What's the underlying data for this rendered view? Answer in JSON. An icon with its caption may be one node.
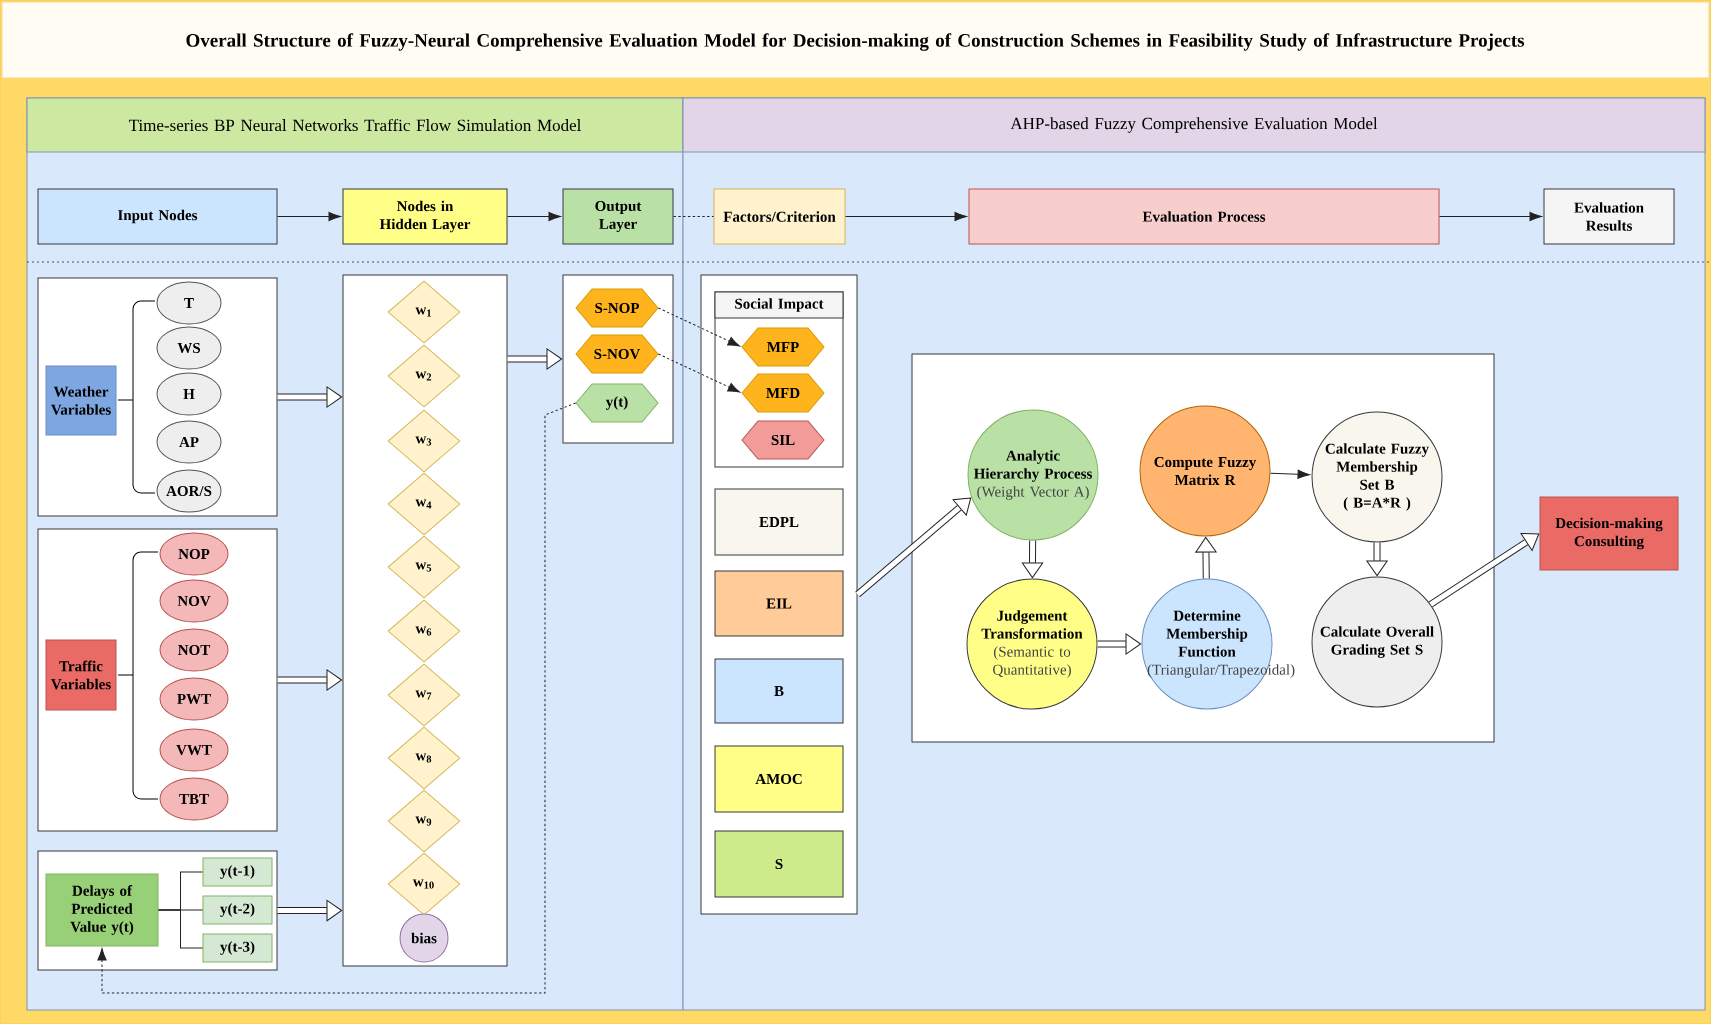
{
  "diagram": {
    "title": "Overall Structure of Fuzzy-Neural Comprehensive Evaluation Model for Decision-making of Construction Schemes in Feasibility Study of Infrastructure Projects",
    "nodes": [
      {
        "text": [
          "Time-series BP Neural Networks Traffic Flow Simulation Model"
        ]
      },
      {
        "text": [
          "AHP-based Fuzzy Comprehensive Evaluation Model"
        ]
      },
      {
        "text": [
          "Input Nodes"
        ],
        "in": 0
      },
      {
        "text": [
          "Nodes in Hidden Layer"
        ],
        "in": 0
      },
      {
        "text": [
          "Output Layer"
        ],
        "in": 0
      },
      {
        "text": [
          "Factors/Criterion"
        ],
        "in": 1
      },
      {
        "text": [
          "Evaluation Process"
        ],
        "in": 1
      },
      {
        "text": [
          "Evaluation Results"
        ],
        "in": 1
      },
      {
        "text": [],
        "shape": "box",
        "in": 0
      },
      {
        "text": [
          "Weather Variables"
        ],
        "in": 8
      },
      {
        "text": [
          "T"
        ],
        "in": 8
      },
      {
        "text": [
          "WS"
        ],
        "in": 8
      },
      {
        "text": [
          "H"
        ],
        "in": 8
      },
      {
        "text": [
          "AP"
        ],
        "in": 8
      },
      {
        "text": [
          "AOR/S"
        ],
        "in": 8
      },
      {
        "text": [],
        "shape": "box",
        "in": 0
      },
      {
        "text": [
          "Traffic Variables"
        ],
        "in": 15
      },
      {
        "text": [
          "NOP"
        ],
        "in": 15
      },
      {
        "text": [
          "NOV"
        ],
        "in": 15
      },
      {
        "text": [
          "NOT"
        ],
        "in": 15
      },
      {
        "text": [
          "PWT"
        ],
        "in": 15
      },
      {
        "text": [
          "VWT"
        ],
        "in": 15
      },
      {
        "text": [
          "TBT"
        ],
        "in": 15
      },
      {
        "text": [],
        "shape": "box",
        "in": 0
      },
      {
        "text": [
          "Delays of Predicted Value y(t)"
        ],
        "in": 23
      },
      {
        "text": [
          "y(t-1)"
        ],
        "in": 23
      },
      {
        "text": [
          "y(t-2)"
        ],
        "in": 23
      },
      {
        "text": [
          "y(t-3)"
        ],
        "in": 23
      },
      {
        "text": [],
        "shape": "box",
        "in": 0
      },
      {
        "text": [
          "w$_{1}$"
        ],
        "in": 28
      },
      {
        "text": [
          "w$_{2}$"
        ],
        "in": 28
      },
      {
        "text": [
          "w$_{3}$"
        ],
        "in": 28
      },
      {
        "text": [
          "w$_{4}$"
        ],
        "in": 28
      },
      {
        "text": [
          "w$_{5}$"
        ],
        "in": 28
      },
      {
        "text": [
          "w$_{6}$"
        ],
        "in": 28
      },
      {
        "text": [
          "w$_{7}$"
        ],
        "in": 28
      },
      {
        "text": [
          "w$_{8}$"
        ],
        "in": 28
      },
      {
        "text": [
          "w$_{9}$"
        ],
        "in": 28
      },
      {
        "text": [
          "w$_{10}$"
        ],
        "in": 28
      },
      {
        "text": [
          "bias"
        ],
        "in": 28
      },
      {
        "text": [],
        "shape": "box",
        "in": 0
      },
      {
        "text": [
          "S-NOP"
        ],
        "in": 40
      },
      {
        "text": [
          "S-NOV"
        ],
        "in": 40
      },
      {
        "text": [
          "y(t)"
        ],
        "in": 40
      },
      {
        "text": [],
        "shape": "box",
        "in": 1
      },
      {
        "text": [
          "Social Impact"
        ],
        "in": 44
      },
      {
        "text": [
          "MFP"
        ],
        "in": 45
      },
      {
        "text": [
          "MFD"
        ],
        "in": 45
      },
      {
        "text": [
          "SIL"
        ],
        "in": 45
      },
      {
        "text": [
          "EDPL"
        ],
        "in": 44
      },
      {
        "text": [
          "EIL"
        ],
        "in": 44
      },
      {
        "text": [
          "B"
        ],
        "in": 44
      },
      {
        "text": [
          "AMOC"
        ],
        "in": 44
      },
      {
        "text": [
          "S"
        ],
        "in": 44
      },
      {
        "text": [],
        "shape": "box",
        "in": 1
      },
      {
        "text": [
          "Analytic Hierarchy Process",
          "(Weight Vector A)"
        ],
        "in": 54
      },
      {
        "text": [
          "Compute Fuzzy Matrix R"
        ],
        "in": 54
      },
      {
        "text": [
          "Calculate Fuzzy Membership Set B",
          "( B=A*R )"
        ],
        "in": 54
      },
      {
        "text": [
          "Judgement Transformation",
          "(Semantic to Quantitative)"
        ],
        "in": 54
      },
      {
        "text": [
          "Determine Membership Function",
          "(Triangular/Trapezoidal)"
        ],
        "in": 54
      },
      {
        "text": [
          "Calculate Overall Grading Set S"
        ],
        "in": 54
      },
      {
        "text": [
          "Decision-making Consulting"
        ],
        "in": 1
      }
    ],
    "edges": [
      {
        "from": 2,
        "to": 3,
        "arrow": "to"
      },
      {
        "from": 3,
        "to": 4,
        "arrow": "to"
      },
      {
        "from": 4,
        "to": 5,
        "arrow": "none",
        "style": "dashed"
      },
      {
        "from": 5,
        "to": 6,
        "arrow": "to"
      },
      {
        "from": 6,
        "to": 7,
        "arrow": "to"
      },
      {
        "from": 8,
        "to": 28,
        "arrow": "to",
        "style": "thick"
      },
      {
        "from": 15,
        "to": 28,
        "arrow": "to",
        "style": "thick"
      },
      {
        "from": 23,
        "to": 28,
        "arrow": "to",
        "style": "thick"
      },
      {
        "from": 28,
        "to": 40,
        "arrow": "to",
        "style": "thick"
      },
      {
        "from": 24,
        "to": 25,
        "arrow": "none"
      },
      {
        "from": 24,
        "to": 26,
        "arrow": "none"
      },
      {
        "from": 24,
        "to": 27,
        "arrow": "none"
      },
      {
        "from": 41,
        "to": 46,
        "arrow": "to",
        "style": "dashed"
      },
      {
        "from": 42,
        "to": 47,
        "arrow": "to",
        "style": "dashed"
      },
      {
        "from": 43,
        "to": 24,
        "arrow": "to",
        "style": "dashed"
      },
      {
        "from": 44,
        "to": 55,
        "arrow": "to",
        "style": "thick"
      },
      {
        "from": 55,
        "to": 58,
        "arrow": "to",
        "style": "thick"
      },
      {
        "from": 58,
        "to": 59,
        "arrow": "to",
        "style": "thick"
      },
      {
        "from": 59,
        "to": 56,
        "arrow": "to",
        "style": "thick"
      },
      {
        "from": 56,
        "to": 57,
        "arrow": "to"
      },
      {
        "from": 57,
        "to": 60,
        "arrow": "to",
        "style": "thick"
      },
      {
        "from": 60,
        "to": 61,
        "arrow": "to",
        "style": "thick"
      }
    ]
  }
}
